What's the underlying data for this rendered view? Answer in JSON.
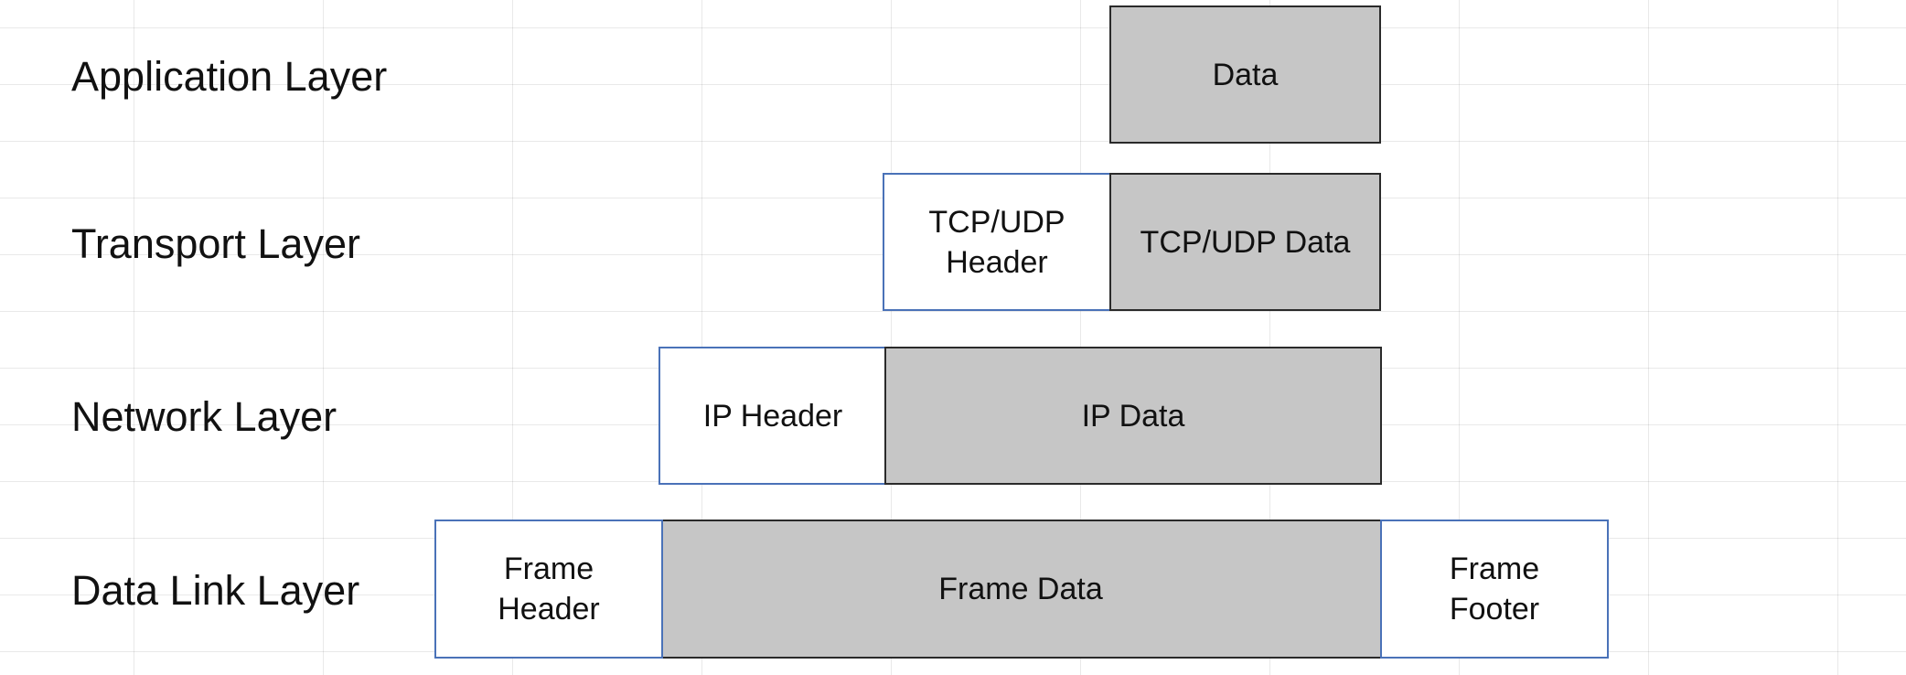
{
  "layers": [
    {
      "label": "Application Layer",
      "boxes": [
        {
          "kind": "data",
          "text": "Data"
        }
      ]
    },
    {
      "label": "Transport Layer",
      "boxes": [
        {
          "kind": "header",
          "lines": [
            "TCP/UDP",
            "Header"
          ]
        },
        {
          "kind": "data",
          "text": "TCP/UDP Data"
        }
      ]
    },
    {
      "label": "Network Layer",
      "boxes": [
        {
          "kind": "header",
          "text": "IP Header"
        },
        {
          "kind": "data",
          "text": "IP Data"
        }
      ]
    },
    {
      "label": "Data Link Layer",
      "boxes": [
        {
          "kind": "header",
          "lines": [
            "Frame",
            "Header"
          ]
        },
        {
          "kind": "data",
          "text": "Frame Data"
        },
        {
          "kind": "footer",
          "lines": [
            "Frame",
            "Footer"
          ]
        }
      ]
    }
  ],
  "colors": {
    "data_fill": "#c6c6c6",
    "data_border": "#2a2a2a",
    "header_border": "#4a72b8",
    "grid": "#e3e3e3"
  }
}
